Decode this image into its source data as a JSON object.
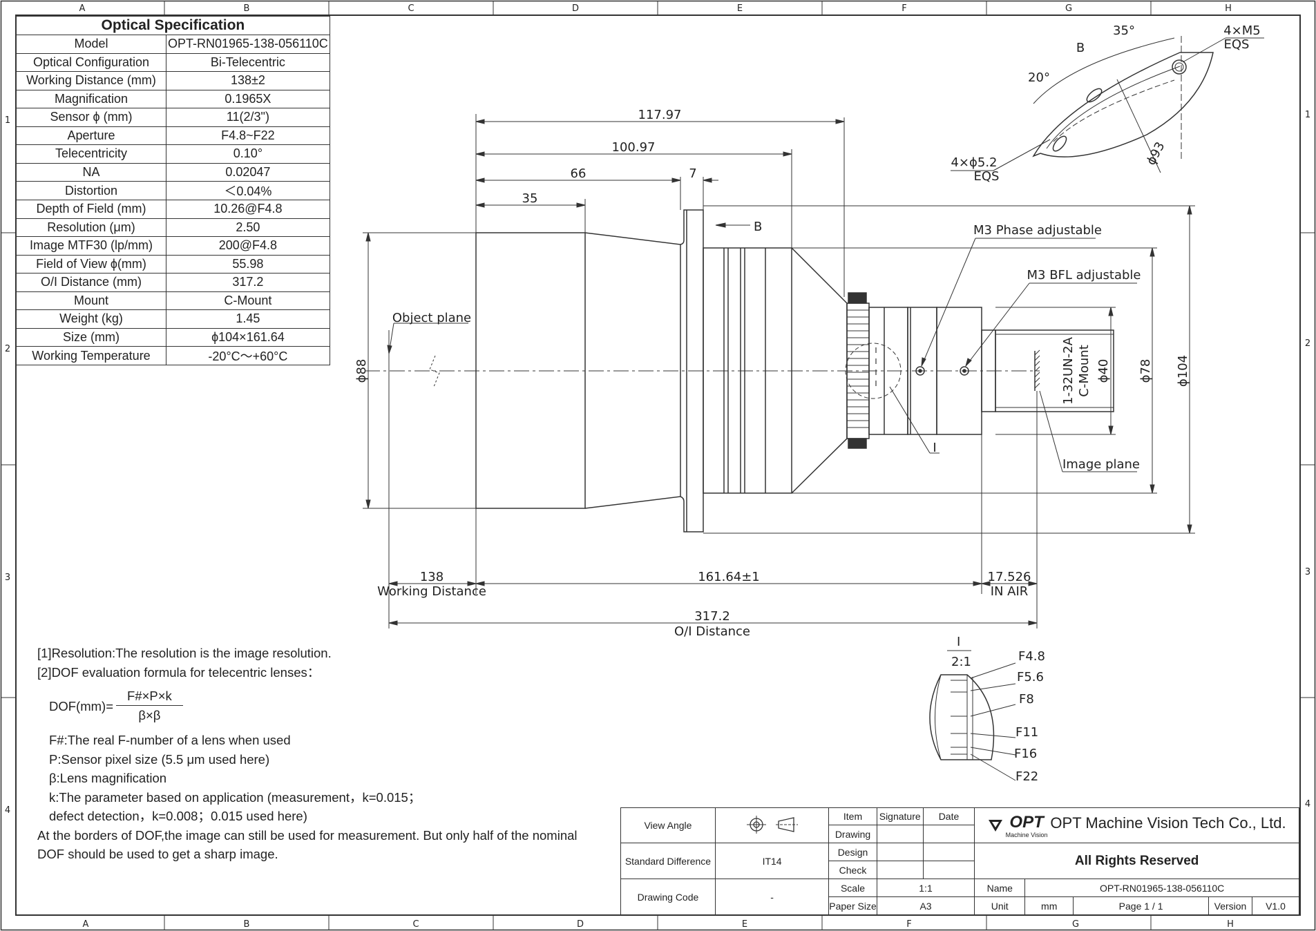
{
  "frame": {
    "cols": [
      "A",
      "B",
      "C",
      "D",
      "E",
      "F",
      "G",
      "H"
    ],
    "rows": [
      "1",
      "2",
      "3",
      "4"
    ]
  },
  "spec": {
    "title": "Optical Specification",
    "rows": [
      {
        "k": "Model",
        "v": "OPT-RN01965-138-056110C"
      },
      {
        "k": "Optical Configuration",
        "v": "Bi-Telecentric"
      },
      {
        "k": "Working Distance (mm)",
        "v": "138±2"
      },
      {
        "k": "Magnification",
        "v": "0.1965X"
      },
      {
        "k": "Sensor ϕ (mm)",
        "v": "11(2/3\")"
      },
      {
        "k": "Aperture",
        "v": "F4.8~F22"
      },
      {
        "k": "Telecentricity",
        "v": "0.10°"
      },
      {
        "k": "NA",
        "v": "0.02047"
      },
      {
        "k": "Distortion",
        "v": "＜0.04%"
      },
      {
        "k": "Depth of Field (mm)",
        "v": "10.26@F4.8"
      },
      {
        "k": "Resolution (μm)",
        "v": "2.50"
      },
      {
        "k": "Image MTF30 (lp/mm)",
        "v": "200@F4.8"
      },
      {
        "k": "Field of View ϕ(mm)",
        "v": "55.98"
      },
      {
        "k": "O/I Distance (mm)",
        "v": "317.2"
      },
      {
        "k": "Mount",
        "v": "C-Mount"
      },
      {
        "k": "Weight (kg)",
        "v": "1.45"
      },
      {
        "k": "Size (mm)",
        "v": "ϕ104×161.64"
      },
      {
        "k": "Working Temperature",
        "v": "-20°C～+60°C"
      }
    ]
  },
  "dims": {
    "d117": "117.97",
    "d100": "100.97",
    "d66": "66",
    "d7": "7",
    "d35": "35",
    "d88": "ϕ88",
    "d104": "ϕ104",
    "d78": "ϕ78",
    "d40": "ϕ40",
    "thread": "1-32UN-2A",
    "mount": "C-Mount",
    "wd": "138",
    "wd_label": "Working Distance",
    "len": "161.64±1",
    "bfl": "17.526",
    "bfl_label": "IN AIR",
    "oi": "317.2",
    "oi_label": "O/I Distance",
    "obj_plane": "Object plane",
    "img_plane": "Image plane",
    "phase": "M3 Phase adjustable",
    "bfl_adj": "M3 BFL adjustable",
    "view_b": "B",
    "detail_i": "I",
    "b_view": {
      "label": "B",
      "a35": "35°",
      "a20": "20°",
      "m5": "4×M5",
      "eqs1": "EQS",
      "holes": "4×ϕ5.2",
      "eqs2": "EQS",
      "d93": "ϕ93"
    },
    "detail": {
      "label": "I",
      "scale": "2:1",
      "f": [
        "F4.8",
        "F5.6",
        "F8",
        "F11",
        "F16",
        "F22"
      ]
    }
  },
  "notes": {
    "n1": "[1]Resolution:The resolution is  the image resolution.",
    "n2": "[2]DOF evaluation formula for telecentric lenses：",
    "dof_lhs": "DOF(mm)=",
    "dof_num": "F#×P×k",
    "dof_den": "β×β",
    "l1": "F#:The real F-number of a lens when used",
    "l2": "P:Sensor pixel size (5.5 μm used here)",
    "l3": "β:Lens magnification",
    "l4": "k:The parameter based on application (measurement，k=0.015；",
    "l5": "defect detection，k=0.008；0.015 used here)",
    "l6": "At the borders of DOF,the image can still be used for measurement. But only half of the nominal",
    "l7": "DOF should be used to get a sharp image."
  },
  "titleblock": {
    "view_angle": "View Angle",
    "std_diff": "Standard Difference",
    "std_val": "IT14",
    "drawing_code": "Drawing Code",
    "code_val": "-",
    "item": "Item",
    "signature": "Signature",
    "date": "Date",
    "drawing": "Drawing",
    "design": "Design",
    "check": "Check",
    "scale": "Scale",
    "scale_val": "1:1",
    "paper": "Paper Size",
    "paper_val": "A3",
    "logo": "OPT",
    "logo_sub": "Machine Vision",
    "company": "OPT Machine Vision Tech Co., Ltd.",
    "rights": "All Rights Reserved",
    "name": "Name",
    "name_val": "OPT-RN01965-138-056110C",
    "unit": "Unit",
    "unit_val": "mm",
    "page": "Page  1 / 1",
    "version": "Version",
    "version_val": "V1.0"
  }
}
